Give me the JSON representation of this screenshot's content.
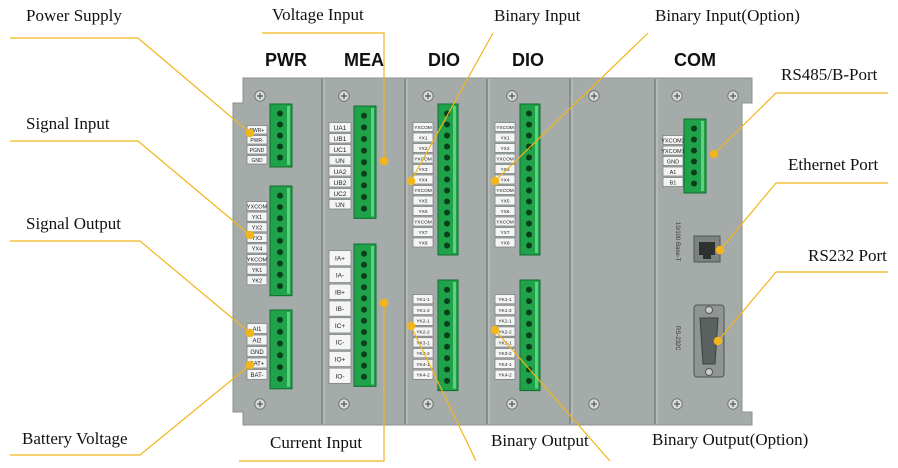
{
  "module_labels": [
    "PWR",
    "MEA",
    "DIO",
    "DIO",
    "COM"
  ],
  "callouts": {
    "power_supply": "Power Supply",
    "voltage_input": "Voltage Input",
    "binary_input": "Binary Input",
    "binary_input_option": "Binary Input(Option)",
    "signal_input": "Signal Input",
    "signal_output": "Signal Output",
    "battery_voltage": "Battery Voltage",
    "current_input": "Current Input",
    "binary_output": "Binary Output",
    "binary_output_option": "Binary Output(Option)",
    "rs485_port": "RS485/B-Port",
    "ethernet_port": "Ethernet Port",
    "rs232_port": "RS232 Port"
  },
  "pwr_power_pins": [
    "PWR+",
    "PWR-",
    "PGND",
    "GND"
  ],
  "pwr_input_pins": [
    "YXCOM",
    "YX1",
    "YX2",
    "YX3",
    "YX4",
    "YKCOM",
    "YK1",
    "YK2"
  ],
  "pwr_analog_pins": [
    "AI1",
    "AI2",
    "GND",
    "BAT+",
    "BAT-"
  ],
  "mea_voltage_pins": [
    "UA1",
    "UB1",
    "UC1",
    "UN",
    "UA2",
    "UB2",
    "UC2",
    "UN"
  ],
  "mea_current_pins": [
    "IA+",
    "IA-",
    "IB+",
    "IB-",
    "IC+",
    "IC-",
    "IO+",
    "IO-"
  ],
  "dio_input_pins": [
    "YXCOM",
    "YX1",
    "YX2",
    "YXCOM",
    "YX3",
    "YX4",
    "YXCOM",
    "YX5",
    "YX6",
    "YXCOM",
    "YX7",
    "YX8"
  ],
  "dio_output_pins": [
    "YK1-1",
    "YK1-2",
    "YK2-1",
    "YK2-2",
    "YK3-1",
    "YK3-2",
    "YK4-1",
    "YK4-2"
  ],
  "com_rs485_pins": [
    "YXCOM2",
    "YXCOM1",
    "GND",
    "A1",
    "B1"
  ],
  "com_ethernet_label": "10/100 Base-T",
  "com_rs232_label": "RS-232C",
  "colors": {
    "panel": "#a5aba9",
    "panel_edge": "#8c9290",
    "connector": "#1fa24a",
    "connector_dark": "#0f6d2f",
    "leader": "#f2b51b"
  }
}
